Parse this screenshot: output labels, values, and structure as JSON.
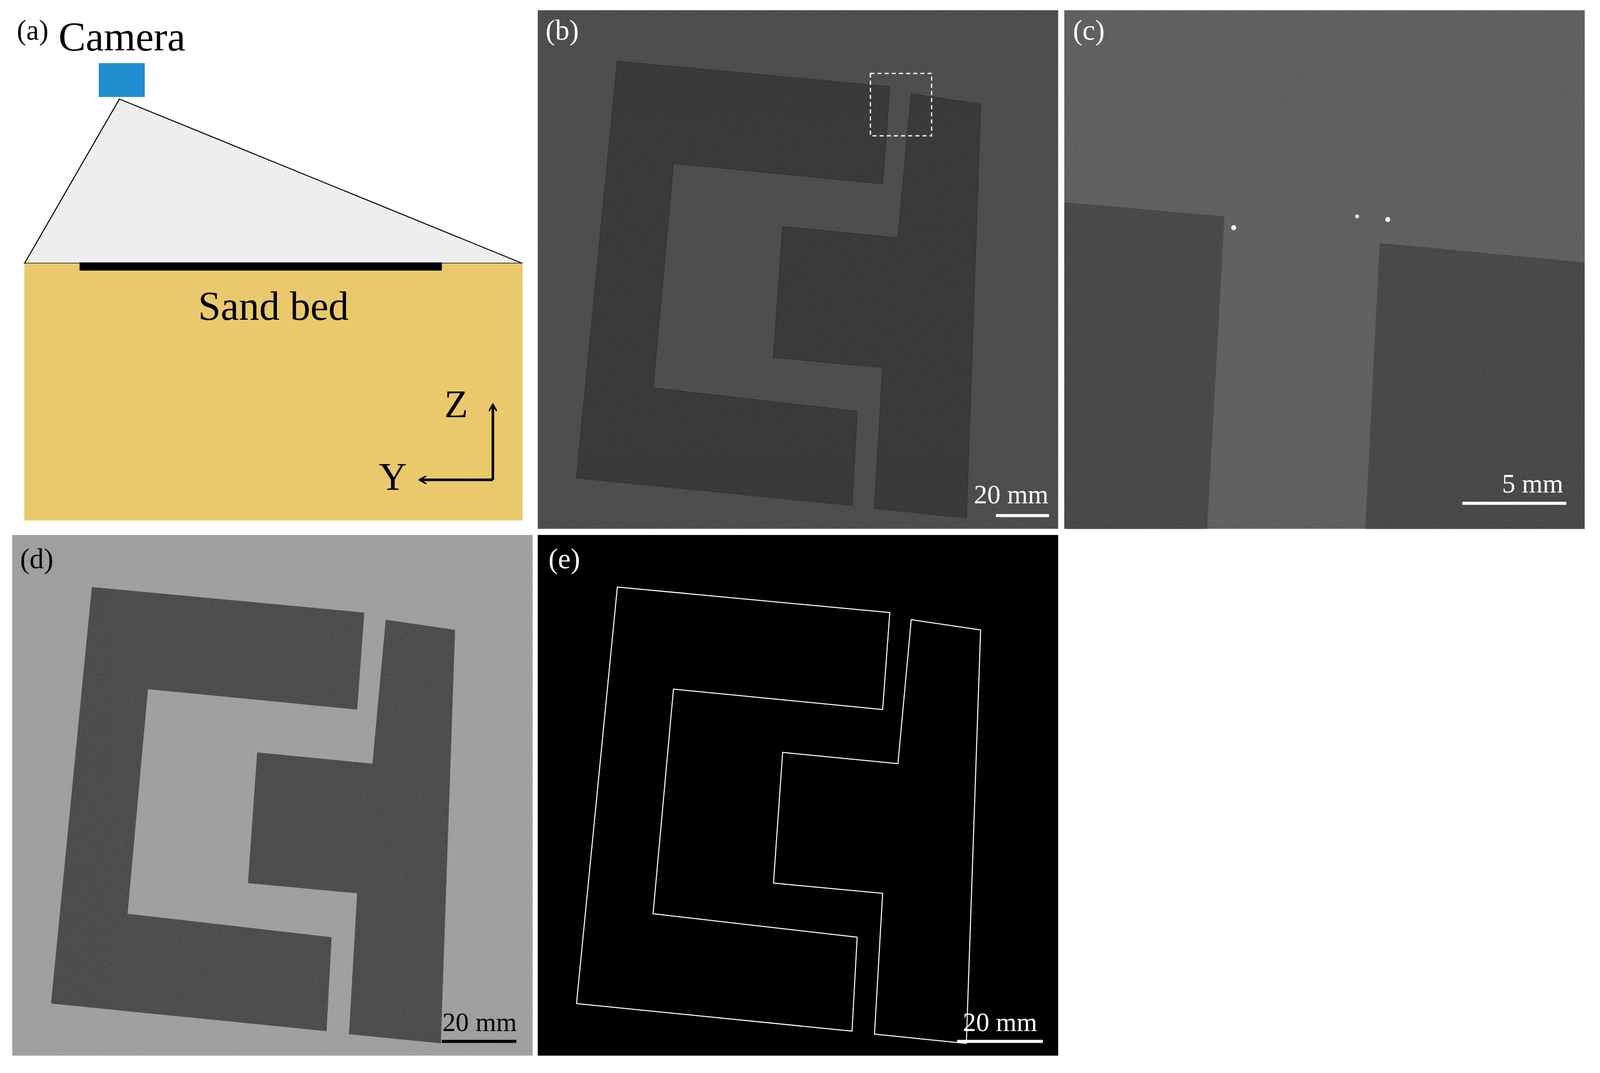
{
  "diagram": {
    "nodes": [
      {
        "text": [
          "Camera"
        ]
      },
      {
        "text": [
          "Sand bed"
        ]
      }
    ],
    "labels": [
      "(a)",
      "Z",
      "Y",
      "(b)",
      "20 mm",
      "(c)",
      "5 mm",
      "(d)",
      "20 mm",
      "(e)",
      "20 mm"
    ]
  }
}
